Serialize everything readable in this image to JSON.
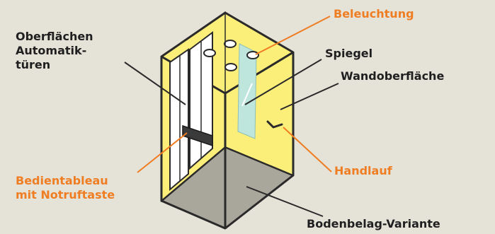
{
  "colors": {
    "background": "#e5e2d8",
    "accent": "#ef7d22",
    "label_text": "#1f1f1f",
    "wall_yellow": "#fbef7a",
    "floor_gray": "#a9a69b",
    "mirror": "#bfe6dc",
    "outline": "#2a2a2a"
  },
  "labels": {
    "oberflaechen_automatiktueren": [
      "Oberflächen",
      "Automatik-",
      "türen"
    ],
    "beleuchtung": "Beleuchtung",
    "spiegel": "Spiegel",
    "wandoberflaeche": "Wandoberfläche",
    "bedientableau": [
      "Bedientableau",
      "mit Notruftaste"
    ],
    "handlauf": "Handlauf",
    "bodenbelag": "Bodenbelag-Variante"
  },
  "highlighted_labels": [
    "Beleuchtung",
    "Bedientableau mit Notruftaste",
    "Handlauf"
  ]
}
